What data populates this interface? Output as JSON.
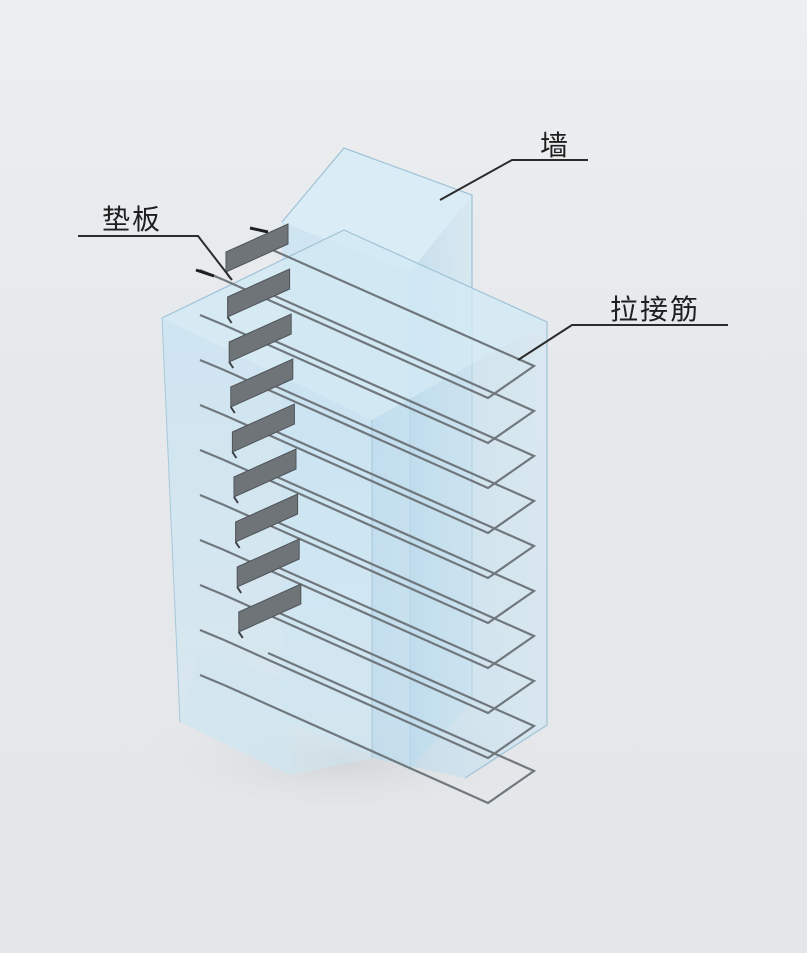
{
  "labels": {
    "wall": "墙",
    "pad": "垫板",
    "tie_bar": "拉接筋"
  },
  "colors": {
    "background": "#e8eaec",
    "wall_fill": "#bcdcef",
    "wall_edge": "#8fb3c9",
    "pad_plate": "#6e7478",
    "tie_bar": "#70787e",
    "leader_line": "#2b2b2b"
  },
  "diagram": {
    "components": [
      "wall",
      "pad",
      "tie_bar"
    ]
  }
}
